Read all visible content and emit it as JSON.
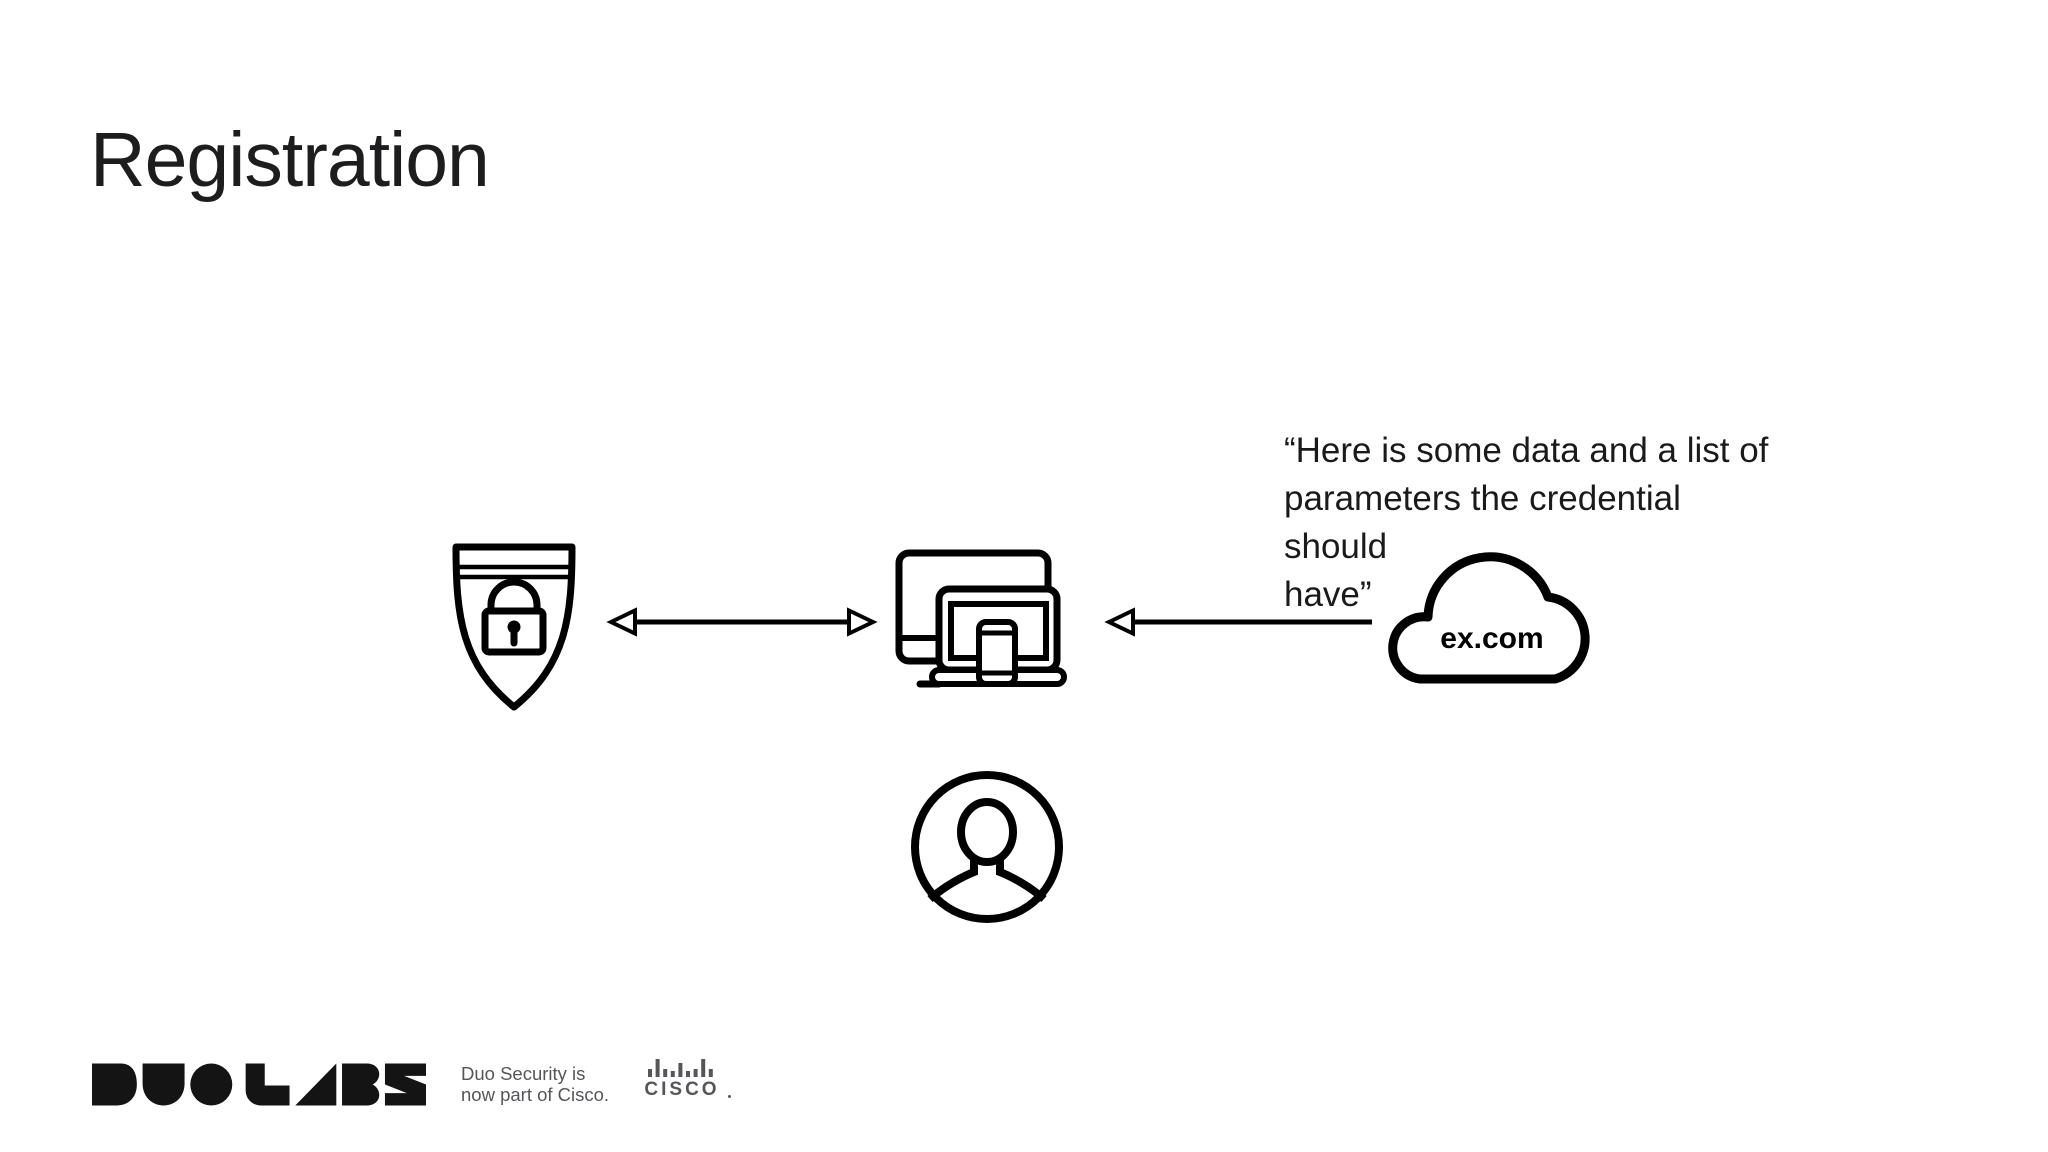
{
  "slide": {
    "title": "Registration"
  },
  "diagram": {
    "quote_lines": [
      "“Here is some data and a list of",
      "parameters the credential should",
      "have”"
    ],
    "cloud_label": "ex.com",
    "icons": {
      "left": "shield-lock-icon",
      "center": "devices-icon",
      "bottom": "user-icon",
      "right": "cloud-icon",
      "connectors": [
        "double-arrow-icon",
        "left-arrow-icon"
      ]
    }
  },
  "footer": {
    "duo_labs_logo": "DUO LABS",
    "tagline_lines": [
      "Duo Security is",
      "now part of Cisco."
    ],
    "cisco_logo": "CISCO"
  },
  "colors": {
    "ink": "#000000",
    "title": "#1d1d1f",
    "footer_gray": "#54565a",
    "background": "#ffffff"
  }
}
